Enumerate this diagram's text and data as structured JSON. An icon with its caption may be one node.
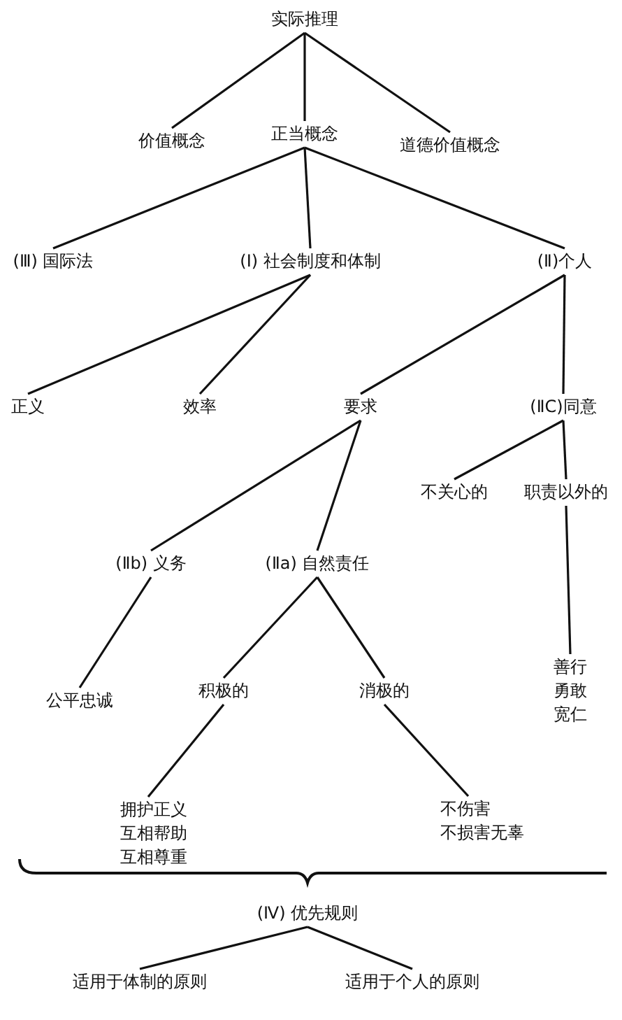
{
  "diagram": {
    "nodes": [
      {
        "text": [
          "实际推理"
        ]
      },
      {
        "text": [
          "价值概念"
        ]
      },
      {
        "text": [
          "正当概念"
        ]
      },
      {
        "text": [
          "道德价值概念"
        ]
      },
      {
        "text": [
          "(Ⅲ) 国际法"
        ]
      },
      {
        "text": [
          "(Ⅰ) 社会制度和体制"
        ]
      },
      {
        "text": [
          "(Ⅱ)个人"
        ]
      },
      {
        "text": [
          "正义"
        ]
      },
      {
        "text": [
          "效率"
        ]
      },
      {
        "text": [
          "要求"
        ]
      },
      {
        "text": [
          "(ⅡC)同意"
        ]
      },
      {
        "text": [
          "不关心的"
        ]
      },
      {
        "text": [
          "职责以外的"
        ]
      },
      {
        "text": [
          "(Ⅱb) 义务"
        ]
      },
      {
        "text": [
          "(Ⅱa) 自然责任"
        ]
      },
      {
        "text": [
          "善行",
          "勇敢",
          "宽仁"
        ]
      },
      {
        "text": [
          "公平忠诚"
        ]
      },
      {
        "text": [
          "积极的"
        ]
      },
      {
        "text": [
          "消极的"
        ]
      },
      {
        "text": [
          "拥护正义",
          "互相帮助",
          "互相尊重"
        ]
      },
      {
        "text": [
          "不伤害",
          "不损害无辜"
        ]
      },
      {
        "text": [
          "(Ⅳ) 优先规则"
        ]
      },
      {
        "text": [
          "适用于体制的原则"
        ]
      },
      {
        "text": [
          "适用于个人的原则"
        ]
      }
    ],
    "edges": [
      {
        "from": 0,
        "to": 1,
        "arrow": "none"
      },
      {
        "from": 0,
        "to": 2,
        "arrow": "none"
      },
      {
        "from": 0,
        "to": 3,
        "arrow": "none"
      },
      {
        "from": 2,
        "to": 4,
        "arrow": "none"
      },
      {
        "from": 2,
        "to": 5,
        "arrow": "none"
      },
      {
        "from": 2,
        "to": 6,
        "arrow": "none"
      },
      {
        "from": 5,
        "to": 7,
        "arrow": "none"
      },
      {
        "from": 5,
        "to": 8,
        "arrow": "none"
      },
      {
        "from": 6,
        "to": 9,
        "arrow": "none"
      },
      {
        "from": 6,
        "to": 10,
        "arrow": "none"
      },
      {
        "from": 9,
        "to": 13,
        "arrow": "none"
      },
      {
        "from": 9,
        "to": 14,
        "arrow": "none"
      },
      {
        "from": 10,
        "to": 11,
        "arrow": "none"
      },
      {
        "from": 10,
        "to": 12,
        "arrow": "none"
      },
      {
        "from": 12,
        "to": 15,
        "arrow": "none"
      },
      {
        "from": 13,
        "to": 16,
        "arrow": "none"
      },
      {
        "from": 14,
        "to": 17,
        "arrow": "none"
      },
      {
        "from": 14,
        "to": 18,
        "arrow": "none"
      },
      {
        "from": 17,
        "to": 19,
        "arrow": "none"
      },
      {
        "from": 18,
        "to": 20,
        "arrow": "none"
      },
      {
        "from": 21,
        "to": 22,
        "arrow": "none"
      },
      {
        "from": 21,
        "to": 23,
        "arrow": "none"
      }
    ]
  }
}
